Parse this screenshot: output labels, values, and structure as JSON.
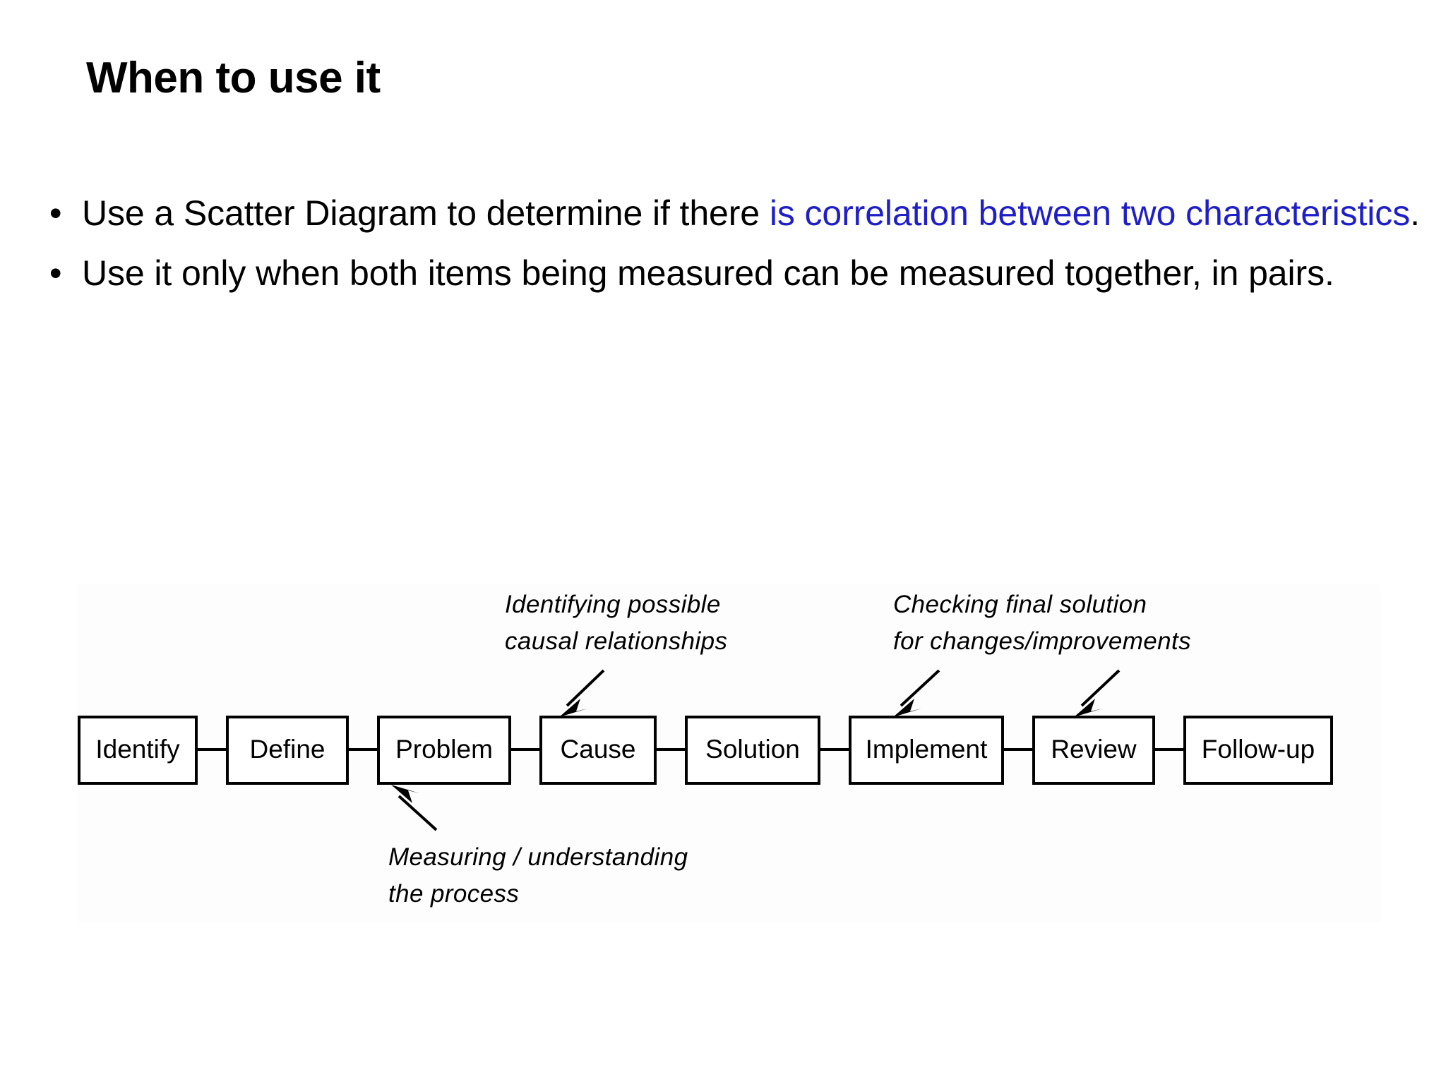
{
  "slide": {
    "title": "When to use it",
    "background_color": "#ffffff"
  },
  "colors": {
    "text": "#000000",
    "highlight_blue": "#1f1fc8",
    "diagram_background": "#fdfdfd"
  },
  "bullets": [
    {
      "marker": "•",
      "segments": [
        {
          "text": "Use a Scatter Diagram to determine if there ",
          "color": "#000000"
        },
        {
          "text": "is correlation between two characteristics",
          "color": "#1f1fc8"
        },
        {
          "text": ".",
          "color": "#000000"
        }
      ],
      "plain_text": "Use a Scatter Diagram to determine if there is correlation between two characteristics."
    },
    {
      "marker": "•",
      "segments": [
        {
          "text": "Use it only when both items being measured can be measured together, in pairs.",
          "color": "#000000"
        }
      ],
      "plain_text": "Use it only when both items being measured can be measured together, in pairs."
    }
  ],
  "diagram": {
    "name": "problem-solving-process-flow",
    "boxes": [
      {
        "label": "Identify"
      },
      {
        "label": "Define"
      },
      {
        "label": "Problem"
      },
      {
        "label": "Cause"
      },
      {
        "label": "Solution"
      },
      {
        "label": "Implement"
      },
      {
        "label": "Review"
      },
      {
        "label": "Follow-up"
      }
    ],
    "annotations": [
      {
        "id": "causal",
        "lines": [
          "Identifying possible",
          "causal relationships"
        ],
        "points_to": [
          "Cause"
        ]
      },
      {
        "id": "checking",
        "lines": [
          "Checking final solution",
          "for changes/improvements"
        ],
        "points_to": [
          "Implement",
          "Review"
        ]
      },
      {
        "id": "measuring",
        "lines": [
          "Measuring / understanding",
          "the process"
        ],
        "points_to": [
          "Problem"
        ]
      }
    ]
  }
}
